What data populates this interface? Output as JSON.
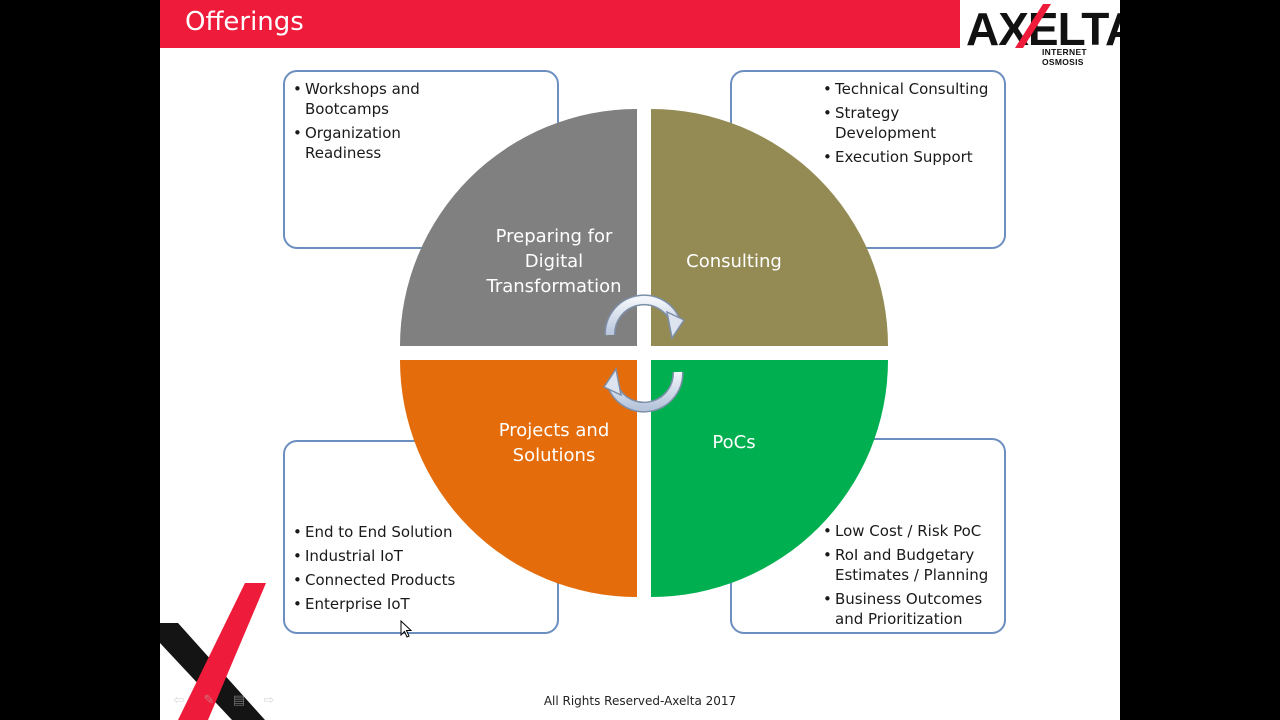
{
  "slide": {
    "title": "Offerings",
    "footer": "All Rights Reserved-Axelta 2017"
  },
  "logo": {
    "text": "AXELTA",
    "tagline": "INTERNET OSMOSIS",
    "accent_color": "#ee1c3a"
  },
  "colors": {
    "header": "#ee1c3a",
    "box_border": "#6c8fc0",
    "quad_tl": "#808080",
    "quad_tr": "#948b54",
    "quad_bl": "#e46c0a",
    "quad_br": "#00b050"
  },
  "quadrants": {
    "top_left": {
      "label": "Preparing for Digital Transformation",
      "bullets": [
        "Workshops and Bootcamps",
        "Organization Readiness"
      ]
    },
    "top_right": {
      "label": "Consulting",
      "bullets": [
        "Technical Consulting",
        "Strategy Development",
        "Execution Support"
      ]
    },
    "bottom_left": {
      "label": "Projects and Solutions",
      "bullets": [
        "End to End Solution",
        "Industrial IoT",
        "Connected Products",
        "Enterprise IoT"
      ]
    },
    "bottom_right": {
      "label": "PoCs",
      "bullets": [
        "Low Cost / Risk PoC",
        "RoI and Budgetary Estimates / Planning",
        "Business Outcomes and Prioritization"
      ]
    }
  },
  "icons": {
    "cycle": "circular-arrows-icon",
    "nav_prev": "arrow-left-icon",
    "nav_pen": "pen-icon",
    "nav_menu": "menu-icon",
    "nav_next": "arrow-right-icon",
    "cursor": "mouse-pointer-icon"
  }
}
